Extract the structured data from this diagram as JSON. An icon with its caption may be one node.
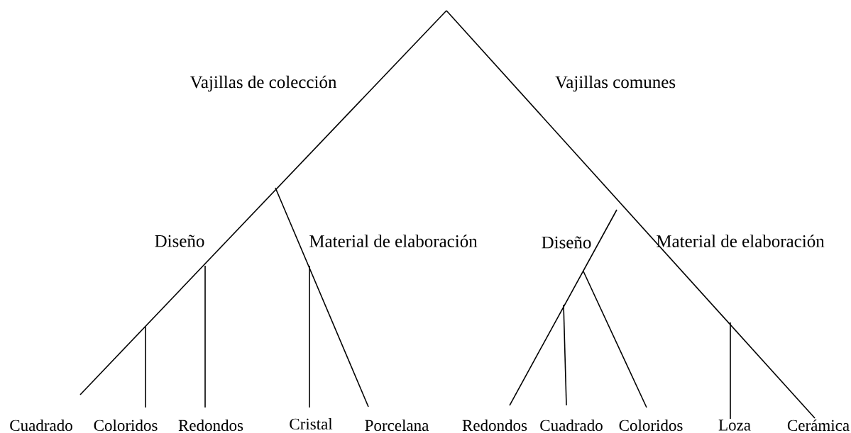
{
  "diagram": {
    "nodes": [
      {
        "text": [
          "Cuadrado"
        ]
      },
      {
        "text": [
          "Coloridos"
        ]
      },
      {
        "text": [
          "Redondos"
        ]
      },
      {
        "text": [
          "Cristal"
        ]
      },
      {
        "text": [
          "Porcelana"
        ]
      },
      {
        "text": [
          "Redondos"
        ]
      },
      {
        "text": [
          "Cuadrado"
        ]
      },
      {
        "text": [
          "Coloridos"
        ]
      },
      {
        "text": [
          "Loza"
        ]
      },
      {
        "text": [
          "Cerámica"
        ]
      }
    ],
    "edges": [
      {
        "from": null,
        "to": 0,
        "arrow": "none"
      },
      {
        "from": null,
        "to": 1,
        "arrow": "none"
      },
      {
        "from": null,
        "to": 2,
        "arrow": "none"
      },
      {
        "from": null,
        "to": 3,
        "arrow": "none"
      },
      {
        "from": null,
        "to": 4,
        "arrow": "none"
      },
      {
        "from": null,
        "to": 5,
        "arrow": "none"
      },
      {
        "from": null,
        "to": 6,
        "arrow": "none"
      },
      {
        "from": null,
        "to": 7,
        "arrow": "none"
      },
      {
        "from": null,
        "to": 8,
        "arrow": "none"
      },
      {
        "from": null,
        "to": 9,
        "arrow": "none"
      }
    ],
    "labels": [
      "Vajillas de colección",
      "Vajillas comunes",
      "Diseño",
      "Material de elaboración",
      "Diseño",
      "Material de elaboración"
    ]
  }
}
